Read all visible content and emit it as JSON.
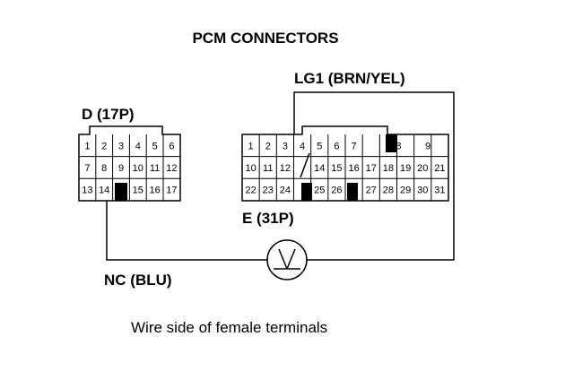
{
  "diagram": {
    "title": "PCM CONNECTORS",
    "caption": "Wire side of female terminals",
    "meter_symbol": "voltmeter-icon"
  },
  "connector_d": {
    "label": "D (17P)",
    "rows": [
      [
        "1",
        "2",
        "3",
        "4",
        "5",
        "6"
      ],
      [
        "7",
        "8",
        "9",
        "10",
        "11",
        "12"
      ],
      [
        "13",
        "14",
        "",
        "15",
        "16",
        "17"
      ]
    ]
  },
  "connector_e": {
    "label": "E (31P)",
    "rows": [
      [
        "1",
        "2",
        "3",
        "4",
        "5",
        "6",
        "7",
        "",
        "8",
        "9"
      ],
      [
        "10",
        "11",
        "12",
        "",
        "14",
        "15",
        "16",
        "17",
        "18",
        "19",
        "20",
        "21"
      ],
      [
        "22",
        "23",
        "24",
        "",
        "25",
        "26",
        "",
        "27",
        "28",
        "29",
        "30",
        "31"
      ]
    ]
  },
  "wires": {
    "lg1_label": "LG1 (BRN/YEL)",
    "nc_label": "NC (BLU)"
  }
}
